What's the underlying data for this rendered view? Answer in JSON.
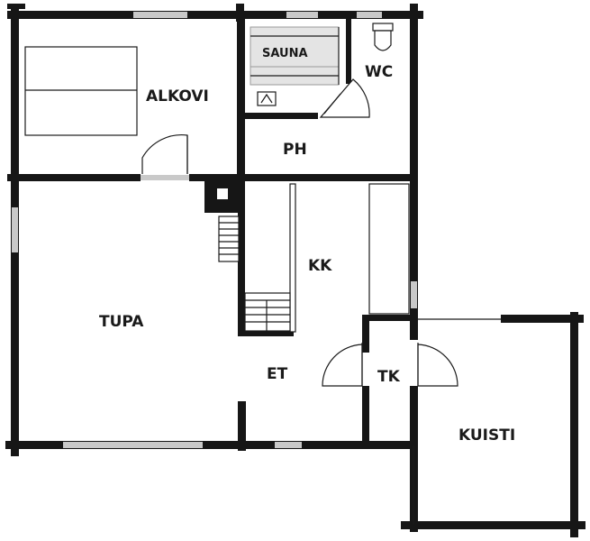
{
  "floorplan": {
    "rooms": {
      "alkovi": "ALKOVI",
      "sauna": "SAUNA",
      "wc": "WC",
      "ph": "PH",
      "kk": "KK",
      "tupa": "TUPA",
      "et": "ET",
      "tk": "TK",
      "kuisti": "KUISTI"
    },
    "colors": {
      "wall": "#161616",
      "window": "#c9c9c9",
      "background": "#ffffff"
    }
  }
}
